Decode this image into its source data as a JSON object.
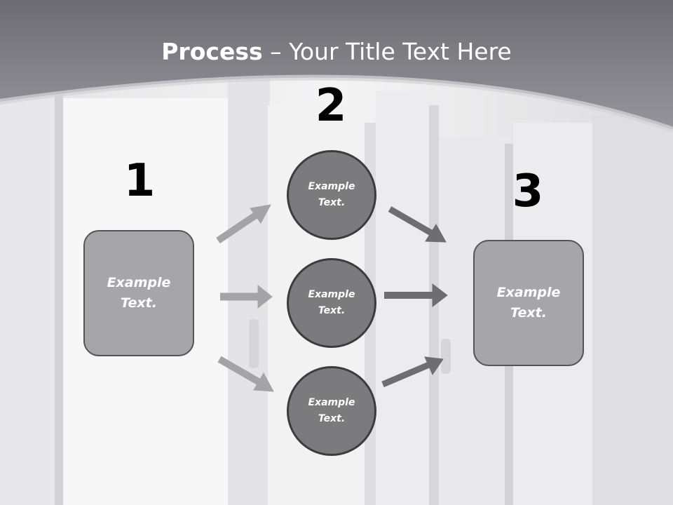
{
  "title": {
    "strong": "Process",
    "rest": " – Your Title Text Here"
  },
  "colors": {
    "header": "#8b8b91",
    "box_fill": "#a6a6aa",
    "circle_fill": "#7b7b7d",
    "arrow_light": "#a4a4a8",
    "arrow_dark": "#6e6e70"
  },
  "steps": [
    {
      "number": "1",
      "text": "Example Text."
    },
    {
      "number": "2",
      "items": [
        "Example Text.",
        "Example Text.",
        "Example Text."
      ]
    },
    {
      "number": "3",
      "text": "Example Text."
    }
  ]
}
